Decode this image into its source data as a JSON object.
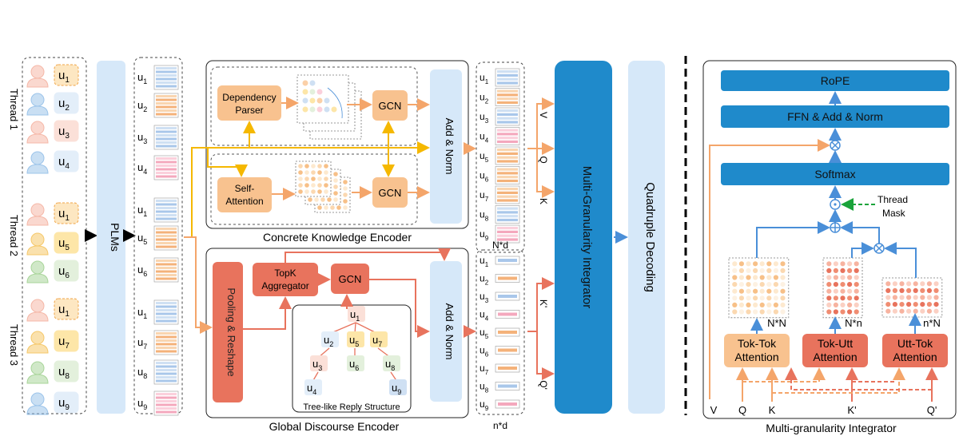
{
  "threads": [
    {
      "label": "Thread 1",
      "utterances": [
        {
          "id": "1",
          "style": "dash"
        },
        {
          "id": "2",
          "style": "blue"
        },
        {
          "id": "3",
          "style": "pink"
        },
        {
          "id": "4",
          "style": "blue"
        }
      ]
    },
    {
      "label": "Thread 2",
      "utterances": [
        {
          "id": "1",
          "style": "dash"
        },
        {
          "id": "5",
          "style": "yellow"
        },
        {
          "id": "6",
          "style": "green"
        }
      ]
    },
    {
      "label": "Thread 3",
      "utterances": [
        {
          "id": "1",
          "style": "dash"
        },
        {
          "id": "7",
          "style": "yellow"
        },
        {
          "id": "8",
          "style": "green"
        },
        {
          "id": "9",
          "style": "blue"
        }
      ]
    }
  ],
  "plms_label": "PLMs",
  "token_column": [
    "1",
    "2",
    "3",
    "4",
    "1",
    "5",
    "6",
    "1",
    "7",
    "8",
    "9"
  ],
  "concrete_encoder": {
    "title": "Concrete Knowledge Encoder",
    "dependency_parser": "Dependency Parser",
    "self_attention": "Self- Attention",
    "gcn": "GCN",
    "add_norm": "Add & Norm"
  },
  "global_encoder": {
    "title": "Global Discourse Encoder",
    "pooling": "Pooling & Reshape",
    "topk": "TopK Aggregator",
    "gcn": "GCN",
    "add_norm": "Add & Norm",
    "tree_title": "Tree-like Reply Structure",
    "tree_nodes": [
      "1",
      "2",
      "5",
      "7",
      "3",
      "6",
      "8",
      "4",
      "9"
    ]
  },
  "output_utts": [
    "1",
    "2",
    "3",
    "4",
    "5",
    "6",
    "7",
    "8",
    "9"
  ],
  "dims": {
    "top": "N*d",
    "bottom": "n*d"
  },
  "qkv": {
    "v": "V",
    "q": "Q",
    "k": "K",
    "k2": "K'",
    "q2": "Q'"
  },
  "integrator_label": "Multi-Granularity Integrator",
  "decoding_label": "Quadruple Decoding",
  "right_panel": {
    "title": "Multi-granularity Integrator",
    "rope": "RoPE",
    "ffn": "FFN & Add & Norm",
    "softmax": "Softmax",
    "thread_mask": "Thread Mask",
    "tok_tok": "Tok-Tok Attention",
    "tok_utt": "Tok-Utt Attention",
    "utt_tok": "Utt-Tok Attention",
    "dim_nn": "N*N",
    "dim_nsmall": "N*n",
    "dim_nN": "n*N",
    "inputs": [
      "V",
      "Q",
      "K",
      "K'",
      "Q'"
    ]
  },
  "colors": {
    "blue": "#1f8acb",
    "light_blue": "#d6e8f9",
    "orange": "#f8c28f",
    "red": "#e8735d",
    "yellow": "#f5b800",
    "green_dash": "#1aa33a"
  }
}
